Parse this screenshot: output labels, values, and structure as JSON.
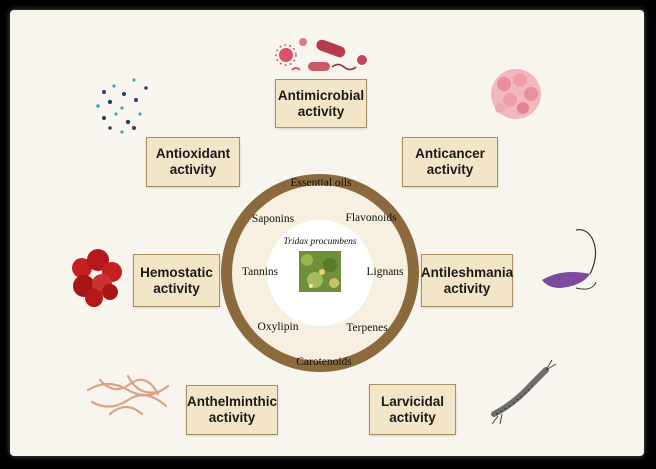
{
  "diagram": {
    "center_plant": "Tridax procumbens",
    "compounds": {
      "essential_oils": "Essential oils",
      "saponins": "Saponins",
      "flavonoids": "Flavonoids",
      "tannins": "Tannins",
      "lignans": "Lignans",
      "oxylipin": "Oxylipin",
      "terpenes": "Terpenes",
      "carotenoids": "Carotenoids"
    },
    "activities": {
      "antimicrobial": [
        "Antimicrobial",
        "activity"
      ],
      "antioxidant": [
        "Antioxidant",
        "activity"
      ],
      "anticancer": [
        "Anticancer",
        "activity"
      ],
      "hemostatic": [
        "Hemostatic",
        "activity"
      ],
      "antileshmania": [
        "Antileshmania",
        "activity"
      ],
      "anthelminthic": [
        "Anthelminthic",
        "activity"
      ],
      "larvicidal": [
        "Larvicidal",
        "activity"
      ]
    },
    "colors": {
      "ring": "#8b6a3e",
      "box_fill": "#f3e6c8",
      "box_border": "#a88f62",
      "background": "#f8f5ee"
    }
  }
}
